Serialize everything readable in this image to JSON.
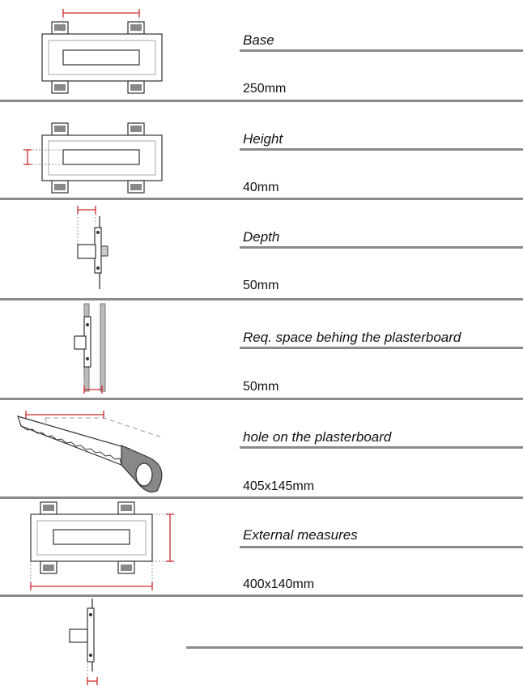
{
  "rows": [
    {
      "label": "Base",
      "value": "250mm",
      "icon": "base-dimension-icon"
    },
    {
      "label": "Height",
      "value": "40mm",
      "icon": "height-dimension-icon"
    },
    {
      "label": "Depth",
      "value": "50mm",
      "icon": "depth-dimension-icon"
    },
    {
      "label": "Req. space behing the plasterboard",
      "value": "50mm",
      "icon": "space-behind-plasterboard-icon"
    },
    {
      "label": "hole on the plasterboard",
      "value": "405x145mm",
      "icon": "saw-cut-hole-icon"
    },
    {
      "label": "External measures",
      "value": "400x140mm",
      "icon": "external-measures-icon"
    },
    {
      "label": "",
      "value": "",
      "icon": "side-profile-icon"
    }
  ],
  "colors": {
    "line": "#8a8a8a",
    "accent": "#cc2a2a",
    "stroke": "#333333"
  }
}
